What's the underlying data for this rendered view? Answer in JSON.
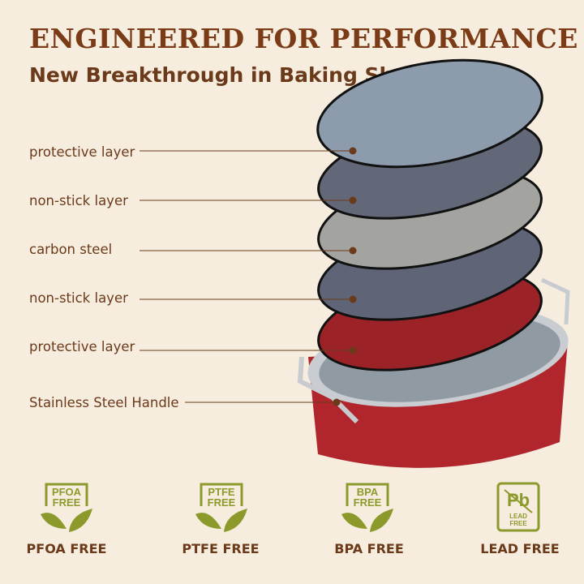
{
  "header": {
    "title": "ENGINEERED FOR PERFORMANCE",
    "subtitle": "New Breakthrough in Baking Sheet"
  },
  "layers": [
    {
      "label": "protective layer"
    },
    {
      "label": "non-stick layer"
    },
    {
      "label": "carbon steel"
    },
    {
      "label": "non-stick layer"
    },
    {
      "label": "protective layer"
    },
    {
      "label": "Stainless Steel Handle"
    }
  ],
  "badges": [
    {
      "icon": "pfoa-free-leaf-icon",
      "icon_text": [
        "PFOA",
        "FREE"
      ],
      "label": "PFOA FREE"
    },
    {
      "icon": "ptfe-free-leaf-icon",
      "icon_text": [
        "PTFE",
        "FREE"
      ],
      "label": "PTFE FREE"
    },
    {
      "icon": "bpa-free-leaf-icon",
      "icon_text": [
        "BPA",
        "FREE"
      ],
      "label": "BPA FREE"
    },
    {
      "icon": "lead-free-icon",
      "icon_text": [
        "Pb",
        "LEAD",
        "FREE"
      ],
      "label": "LEAD FREE"
    }
  ],
  "colors": {
    "brand_brown": "#6b3a1a",
    "badge_green": "#8c9a2c",
    "background": "#f6eddf"
  }
}
